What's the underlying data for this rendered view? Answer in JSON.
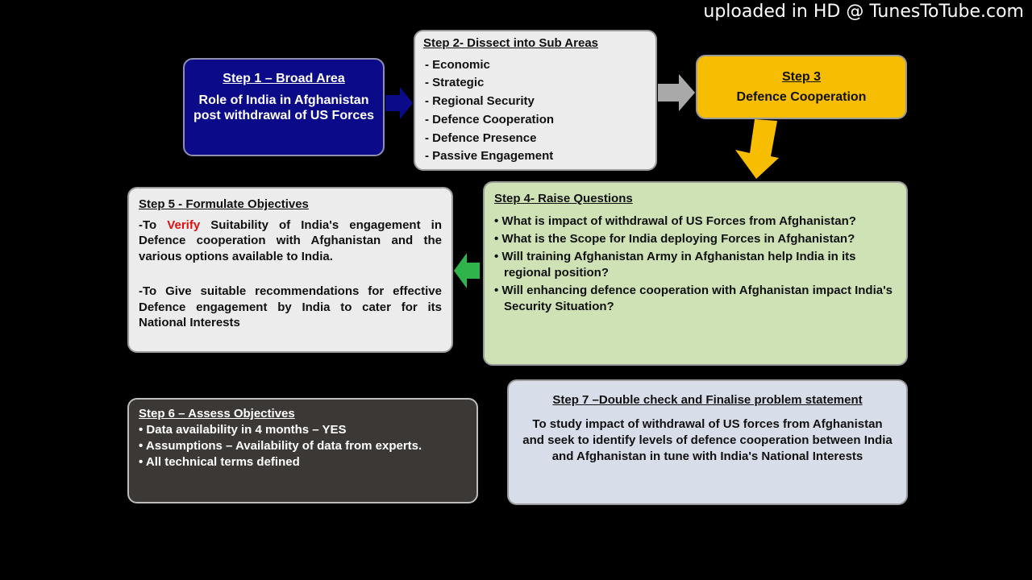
{
  "watermark": "uploaded in HD @ TunesToTube.com",
  "colors": {
    "background": "#000000",
    "step1": "#0b0b8a",
    "step3": "#f7bd00",
    "step4": "#cfe2b6",
    "step6": "#3b3836",
    "step7": "#d8dee9",
    "arrow_blue": "#0b0b8a",
    "arrow_grey": "#a9a9a9",
    "arrow_yellow": "#f7bd00",
    "arrow_green": "#2fb34a",
    "highlight_red": "#e01010"
  },
  "step1": {
    "title": "Step 1 – Broad Area",
    "body": "Role of India in Afghanistan post withdrawal of US Forces"
  },
  "step2": {
    "title": "Step 2- Dissect into Sub Areas",
    "items": [
      "- Economic",
      "- Strategic",
      "- Regional Security",
      "- Defence Cooperation",
      "- Defence Presence",
      "- Passive Engagement"
    ]
  },
  "step3": {
    "title": "Step 3",
    "body": "Defence Cooperation"
  },
  "step4": {
    "title": "Step 4- Raise Questions",
    "items": [
      "• What is impact of withdrawal of US Forces from Afghanistan?",
      "• What is the Scope for India deploying Forces in Afghanistan?",
      "• Will training Afghanistan Army in Afghanistan help India in its regional position?",
      "• Will enhancing defence cooperation  with Afghanistan impact India's Security Situation?"
    ]
  },
  "step5": {
    "title": "Step 5 - Formulate Objectives",
    "p1_prefix": "-To ",
    "p1_highlight": "Verify",
    "p1_rest": " Suitability of India's engagement in Defence cooperation with Afghanistan and the various options available to India.",
    "p2": "-To Give suitable recommendations for effective Defence engagement by India to cater for its National Interests"
  },
  "step6": {
    "title": "Step 6 – Assess Objectives",
    "items": [
      "• Data availability in  4 months – YES",
      "• Assumptions – Availability of data from experts.",
      "• All technical terms defined"
    ]
  },
  "step7": {
    "title": "Step 7 –Double check and Finalise problem statement",
    "body": "To study impact of withdrawal of US forces from Afghanistan and seek to identify levels of defence cooperation between India and Afghanistan in tune with India's National Interests"
  }
}
